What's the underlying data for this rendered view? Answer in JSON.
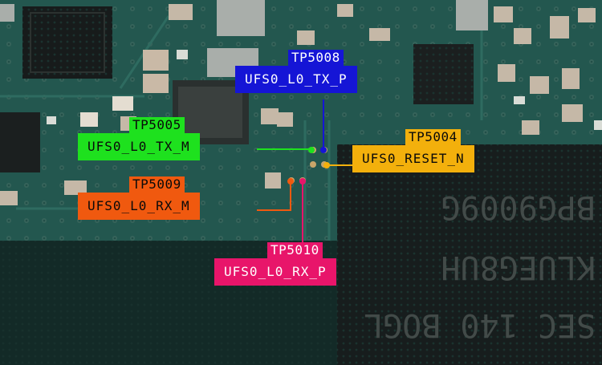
{
  "labels": {
    "tp5008": {
      "tp": "TP5008",
      "signal": "UFS0_L0_TX_P",
      "color": "#1515d6"
    },
    "tp5005": {
      "tp": "TP5005",
      "signal": "UFS0_L0_TX_M",
      "color": "#1ee11e"
    },
    "tp5004": {
      "tp": "TP5004",
      "signal": "UFS0_RESET_N",
      "color": "#f3b00c"
    },
    "tp5009": {
      "tp": "TP5009",
      "signal": "UFS0_L0_RX_M",
      "color": "#f0590f"
    },
    "tp5010": {
      "tp": "TP5010",
      "signal": "UFS0_L0_RX_P",
      "color": "#e8156a"
    }
  },
  "chip_marking": {
    "line1": "BPG9009G",
    "line2": "KLUEG8UH",
    "line3": "SEC 140 BOGL"
  }
}
